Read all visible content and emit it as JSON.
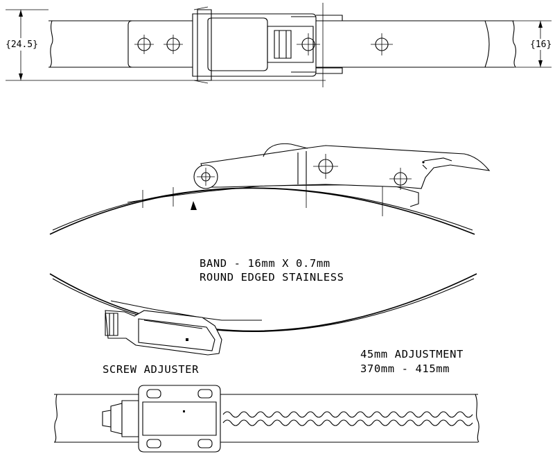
{
  "dimensions": {
    "overall_width": "{24.5}",
    "band_width": "{16}"
  },
  "notes": {
    "band_line1": "BAND - 16mm X 0.7mm",
    "band_line2": "ROUND EDGED STAINLESS",
    "screw_adjuster": "SCREW ADJUSTER",
    "adjustment_line1": "45mm ADJUSTMENT",
    "adjustment_line2": "370mm - 415mm"
  }
}
